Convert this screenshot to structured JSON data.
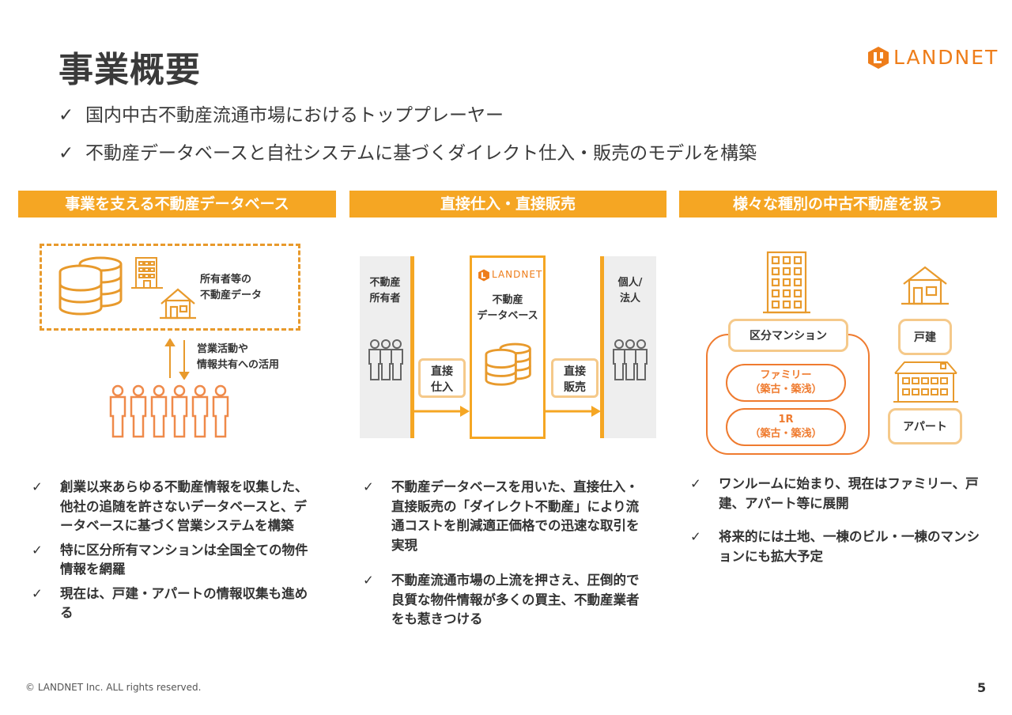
{
  "page": {
    "title": "事業概要",
    "logo_text": "LANDNET",
    "bullets": [
      "国内中古不動産流通市場におけるトッププレーヤー",
      "不動産データベースと自社システムに基づくダイレクト仕入・販売のモデルを構築"
    ],
    "check_mark": "✓",
    "footer": "© LANDNET Inc. ALL rights reserved.",
    "page_number": "5"
  },
  "colors": {
    "accent": "#f5a623",
    "orange": "#ef7b2f",
    "icon": "#e89a2c",
    "light_orange": "#f5c98a",
    "gray_band": "#eeeeee"
  },
  "sections": [
    {
      "header": "事業を支える不動産データベース",
      "diagram": {
        "owner_data": "所有者等の\n不動産データ",
        "usage": "営業活動や\n情報共有への活用"
      },
      "points": [
        "創業以来あらゆる不動産情報を収集した、他社の追随を許さないデータベースと、データベースに基づく営業システムを構築",
        "特に区分所有マンションは全国全ての物件情報を網羅",
        "現在は、戸建・アパートの情報収集も進める"
      ]
    },
    {
      "header": "直接仕入・直接販売",
      "diagram": {
        "owners": "不動産\n所有者",
        "logo": "LANDNET",
        "database": "不動産\nデータベース",
        "buyers": "個人/\n法人",
        "direct_purchase": "直接\n仕入",
        "direct_sale": "直接\n販売"
      },
      "points": [
        "不動産データベースを用いた、直接仕入・直接販売の「ダイレクト不動産」により流通コストを削減適正価格での迅速な取引を実現",
        "不動産流通市場の上流を押さえ、圧倒的で良質な物件情報が多くの買主、不動産業者をも惹きつける"
      ]
    },
    {
      "header": "様々な種別の中古不動産を扱う",
      "diagram": {
        "condo": "区分マンション",
        "family": "ファミリー\n（築古・築浅）",
        "one_room": "1R\n（築古・築浅）",
        "house": "戸建",
        "apartment": "アパート"
      },
      "points": [
        "ワンルームに始まり、現在はファミリー、戸建、アパート等に展開",
        "将来的には土地、一棟のビル・一棟のマンションにも拡大予定"
      ]
    }
  ]
}
